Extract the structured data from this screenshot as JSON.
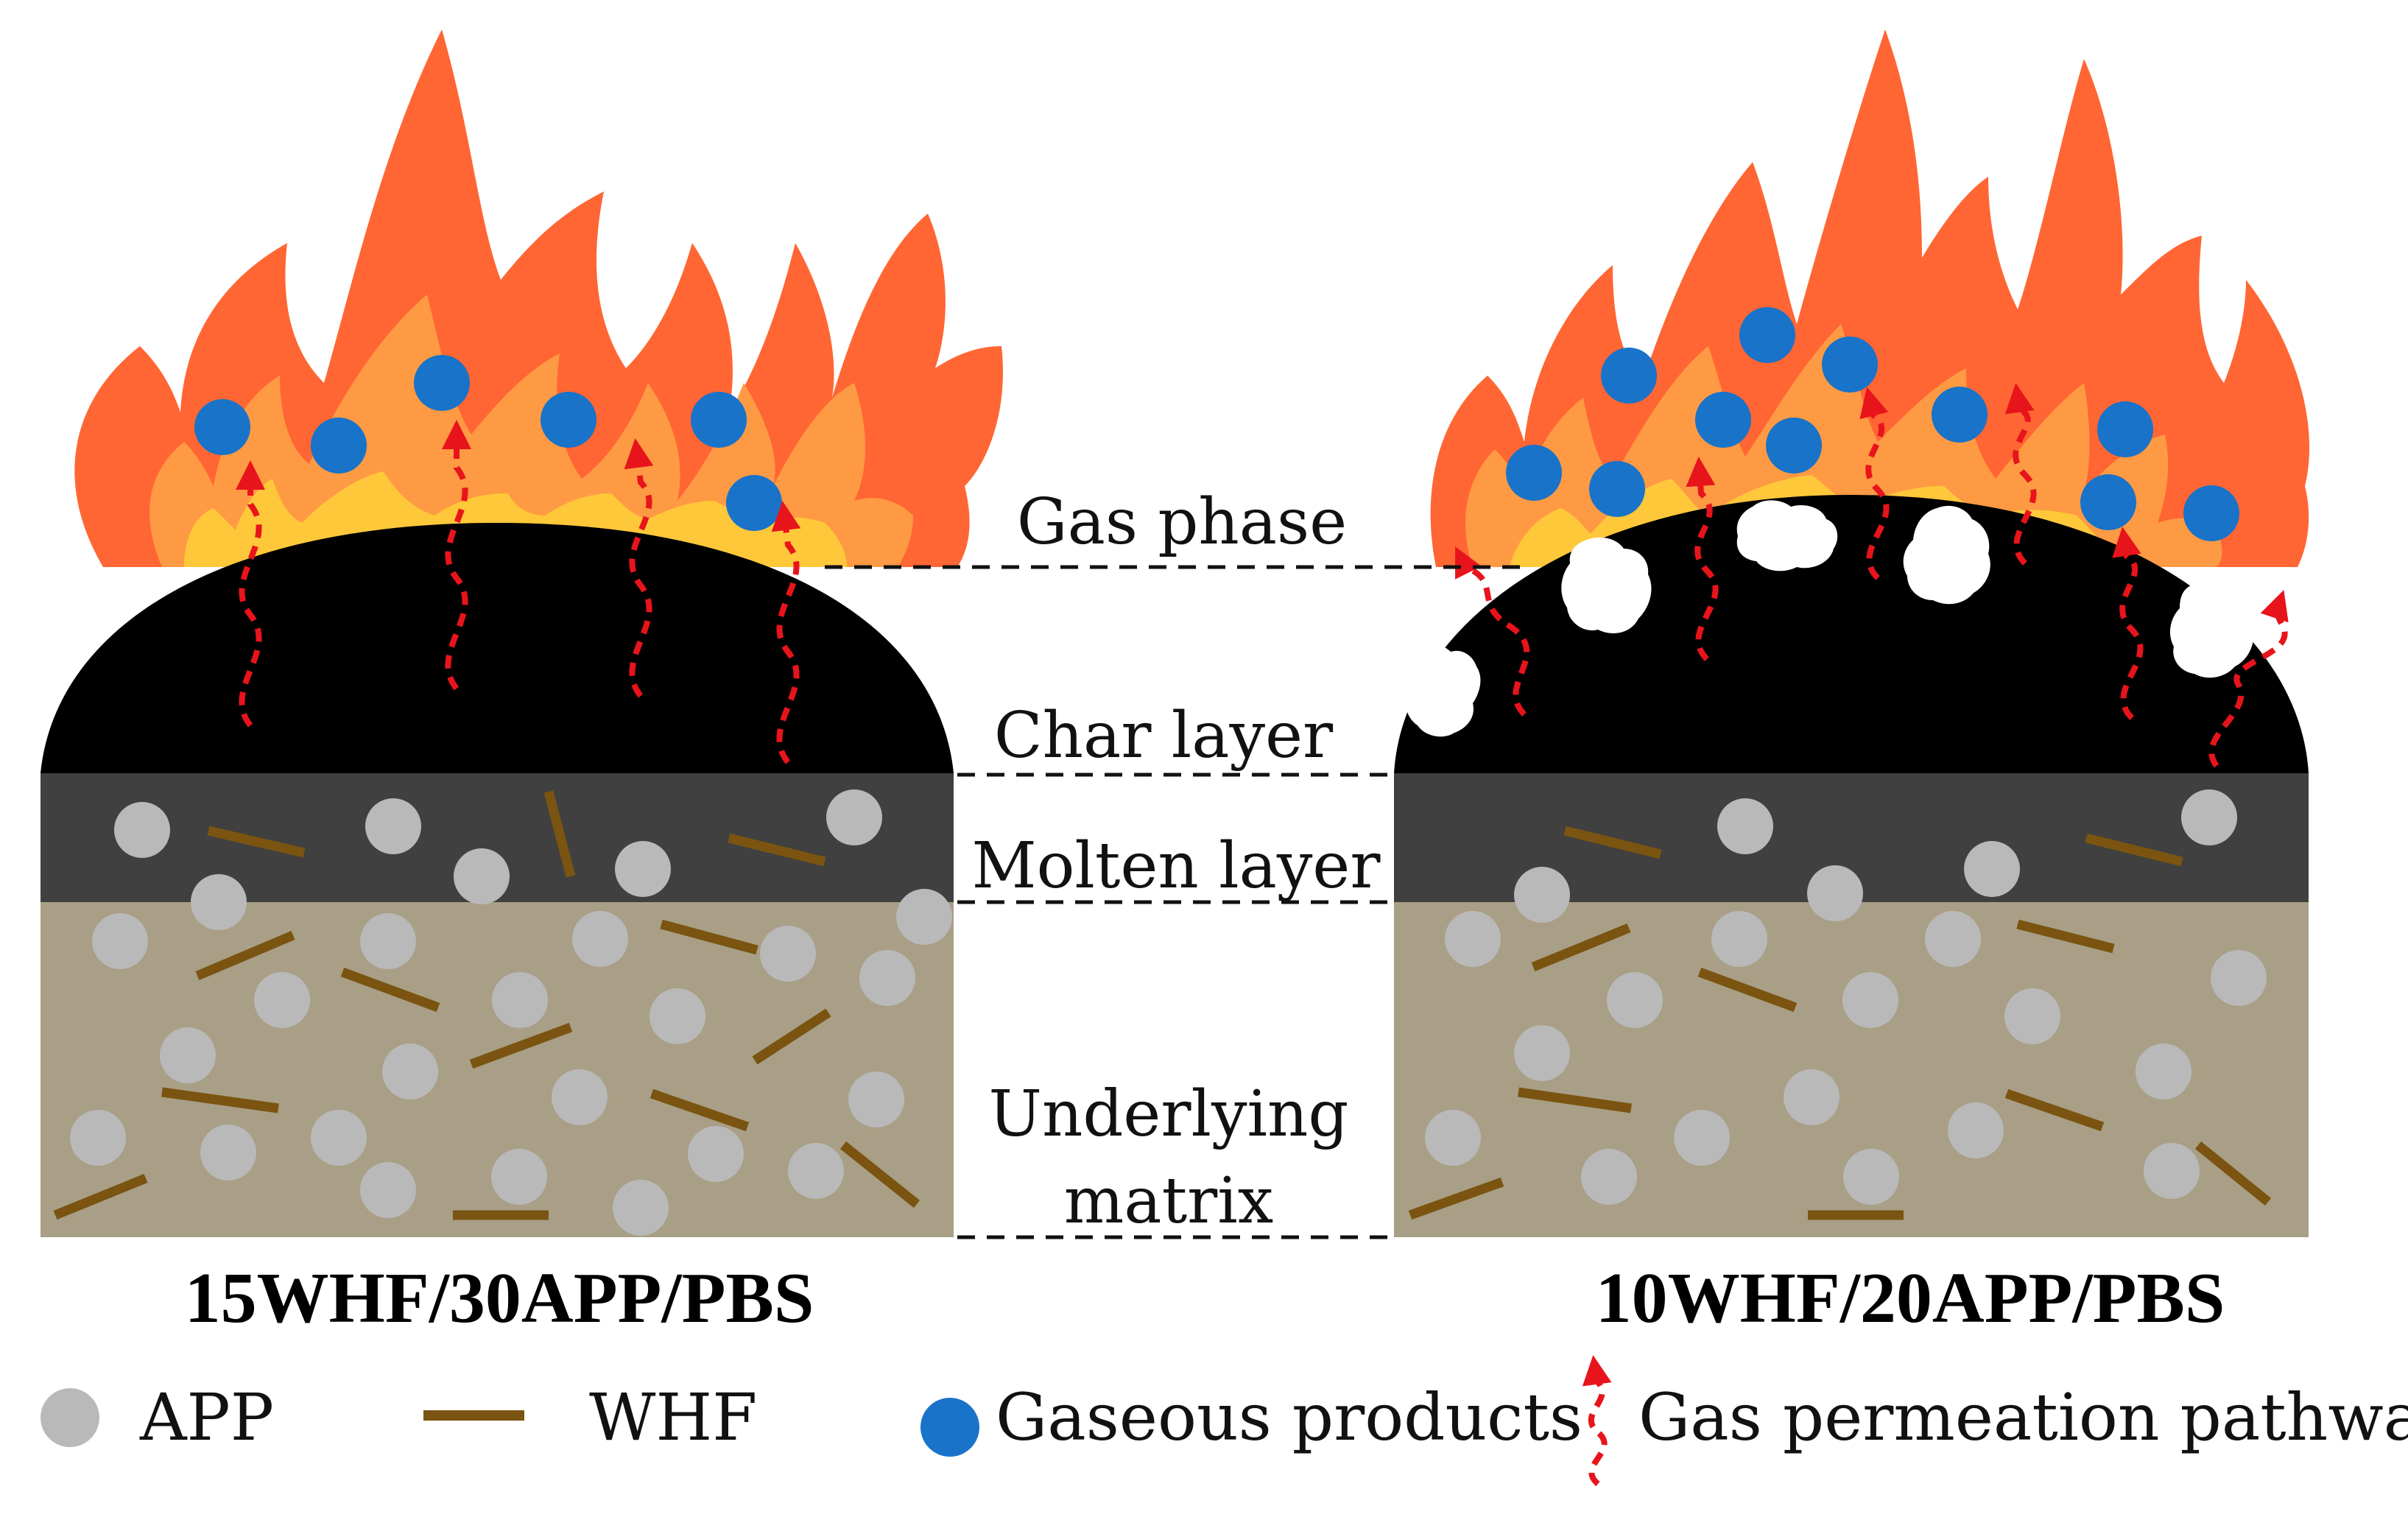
{
  "layer_labels": {
    "gas_phase": "Gas phase",
    "char_layer": "Char layer",
    "molten_layer": "Molten layer",
    "underlying_line1": "Underlying",
    "underlying_line2": "matrix"
  },
  "samples": {
    "left": "15WHF/30APP/PBS",
    "right": "10WHF/20APP/PBS"
  },
  "legend": {
    "app": "APP",
    "whf": "WHF",
    "gaseous": "Gaseous products",
    "pathway": "Gas permeation pathway"
  },
  "colors": {
    "flame_outer": "#ff6633",
    "flame_mid": "#ff9a44",
    "flame_inner": "#ffc83a",
    "char": "#000000",
    "molten": "#404040",
    "matrix": "#a89f86",
    "app_particle": "#b9b9b9",
    "whf_fiber": "#7a5410",
    "gas_bubble": "#1873c9",
    "pathway": "#e8141b"
  }
}
